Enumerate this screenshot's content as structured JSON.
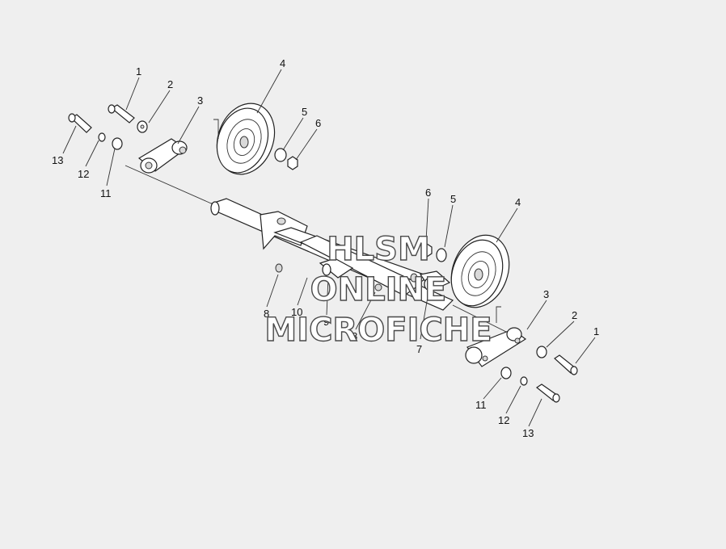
{
  "callouts": [
    {
      "id": "c1a",
      "text": "1"
    },
    {
      "id": "c2a",
      "text": "2"
    },
    {
      "id": "c3a",
      "text": "3"
    },
    {
      "id": "c4a",
      "text": "4"
    },
    {
      "id": "c5a",
      "text": "5"
    },
    {
      "id": "c6a",
      "text": "6"
    },
    {
      "id": "c13a",
      "text": "13"
    },
    {
      "id": "c12a",
      "text": "12"
    },
    {
      "id": "c11a",
      "text": "11"
    },
    {
      "id": "c6b",
      "text": "6"
    },
    {
      "id": "c5b",
      "text": "5"
    },
    {
      "id": "c4b",
      "text": "4"
    },
    {
      "id": "c3b",
      "text": "3"
    },
    {
      "id": "c2b",
      "text": "2"
    },
    {
      "id": "c1b",
      "text": "1"
    },
    {
      "id": "c8a",
      "text": "8"
    },
    {
      "id": "c10",
      "text": "10"
    },
    {
      "id": "c9",
      "text": "9"
    },
    {
      "id": "c8b",
      "text": "8"
    },
    {
      "id": "c7",
      "text": "7"
    },
    {
      "id": "c11b",
      "text": "11"
    },
    {
      "id": "c12b",
      "text": "12"
    },
    {
      "id": "c13b",
      "text": "13"
    }
  ],
  "watermark": {
    "line1": "HLSM",
    "line2": "ONLINE",
    "line3": "MICROFICHE"
  }
}
